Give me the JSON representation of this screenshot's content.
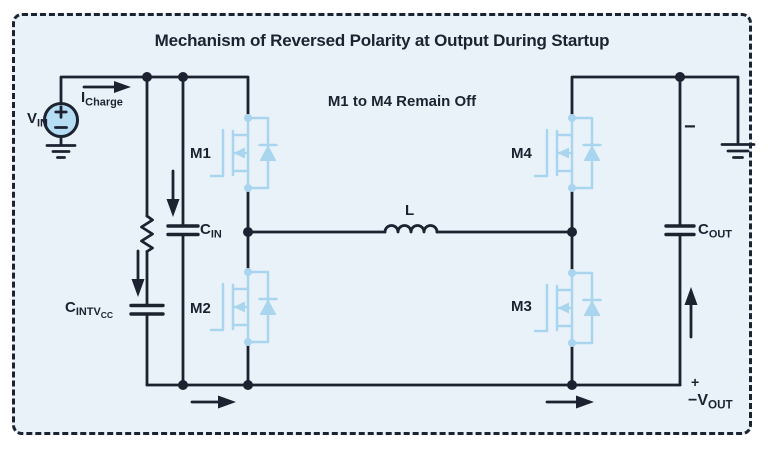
{
  "colors": {
    "background": "#ffffff",
    "panel_bg": "#e9f2f9",
    "ink": "#1c2230",
    "mosfet_blue": "#a9d5ef",
    "source_fill": "#b5def5"
  },
  "title": "Mechanism of Reversed Polarity at Output During Startup",
  "note": "M1 to M4 Remain Off",
  "labels": {
    "vin": {
      "main": "V",
      "sub": "IN"
    },
    "icharge": {
      "main": "I",
      "sub": "Charge"
    },
    "m1": "M1",
    "m2": "M2",
    "m3": "M3",
    "m4": "M4",
    "cin": {
      "main": "C",
      "sub": "IN"
    },
    "cintvcc": {
      "main": "C",
      "sub": "INTV",
      "subsub": "CC"
    },
    "inductor": "L",
    "cout": {
      "main": "C",
      "sub": "OUT"
    },
    "output_minus": "−",
    "output_plus": "+",
    "vout": {
      "main": "−V",
      "sub": "OUT"
    }
  },
  "icons": {
    "ground-icon": "three stacked shrinking bars",
    "current-arrow-icon": "filled triangle arrow showing current direction",
    "mosfet-icon": "n-channel MOSFET with body diode (shown off, light blue)",
    "voltage-source-icon": "circle with plus and minus"
  }
}
